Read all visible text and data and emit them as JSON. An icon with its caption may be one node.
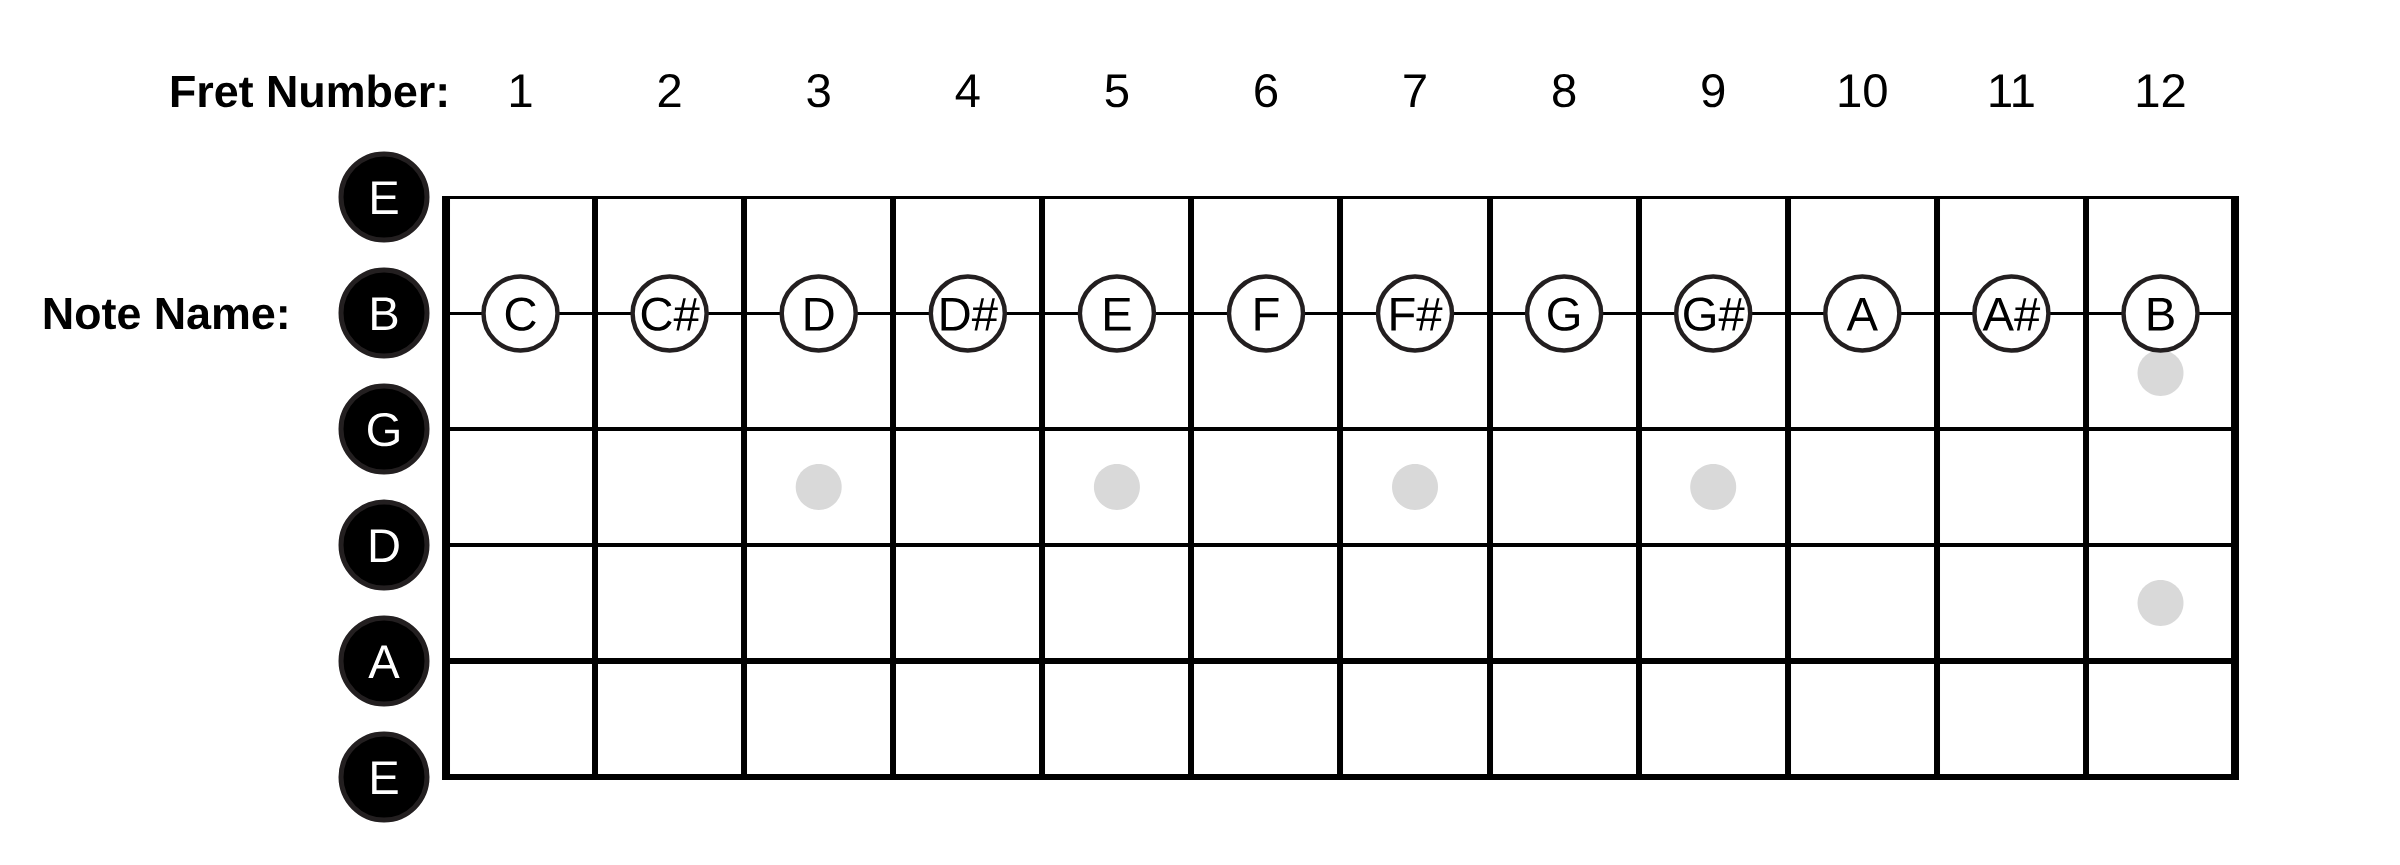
{
  "diagram": {
    "nodes": [
      {
        "text": [
          "E"
        ]
      },
      {
        "text": [
          "B"
        ]
      },
      {
        "text": [
          "C"
        ]
      },
      {
        "text": [
          "C#"
        ]
      },
      {
        "text": [
          "D"
        ]
      },
      {
        "text": [
          "D#"
        ]
      },
      {
        "text": [
          "E"
        ]
      },
      {
        "text": [
          "F"
        ]
      },
      {
        "text": [
          "F#"
        ]
      },
      {
        "text": [
          "G"
        ]
      },
      {
        "text": [
          "G#"
        ]
      },
      {
        "text": [
          "A"
        ]
      },
      {
        "text": [
          "A#"
        ]
      },
      {
        "text": [
          "B"
        ]
      },
      {
        "text": [
          "G"
        ]
      },
      {
        "text": [
          "D"
        ]
      },
      {
        "text": [
          "A"
        ]
      },
      {
        "text": [
          "E"
        ]
      }
    ],
    "labels": [
      "Fret Number:",
      "1",
      "2",
      "3",
      "4",
      "5",
      "6",
      "7",
      "8",
      "9",
      "10",
      "11",
      "12",
      "Note Name:"
    ]
  }
}
